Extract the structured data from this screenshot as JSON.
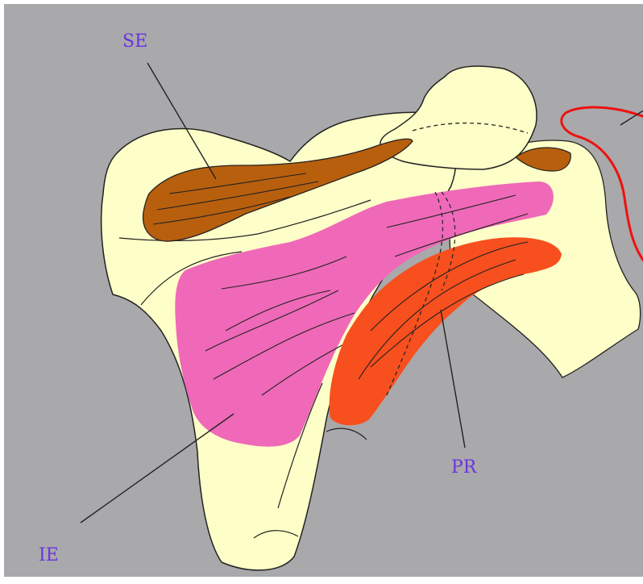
{
  "labels": {
    "se": "SE",
    "ie": "IE",
    "pr": "PR"
  },
  "colors": {
    "background": "#a9a8aa",
    "bone": "#fefec8",
    "brown_muscle": "#b85f0e",
    "pink_muscle": "#ef69b8",
    "orange_muscle": "#f74f1e",
    "red_outline": "#ee1111",
    "label_text": "#6a35e0"
  }
}
